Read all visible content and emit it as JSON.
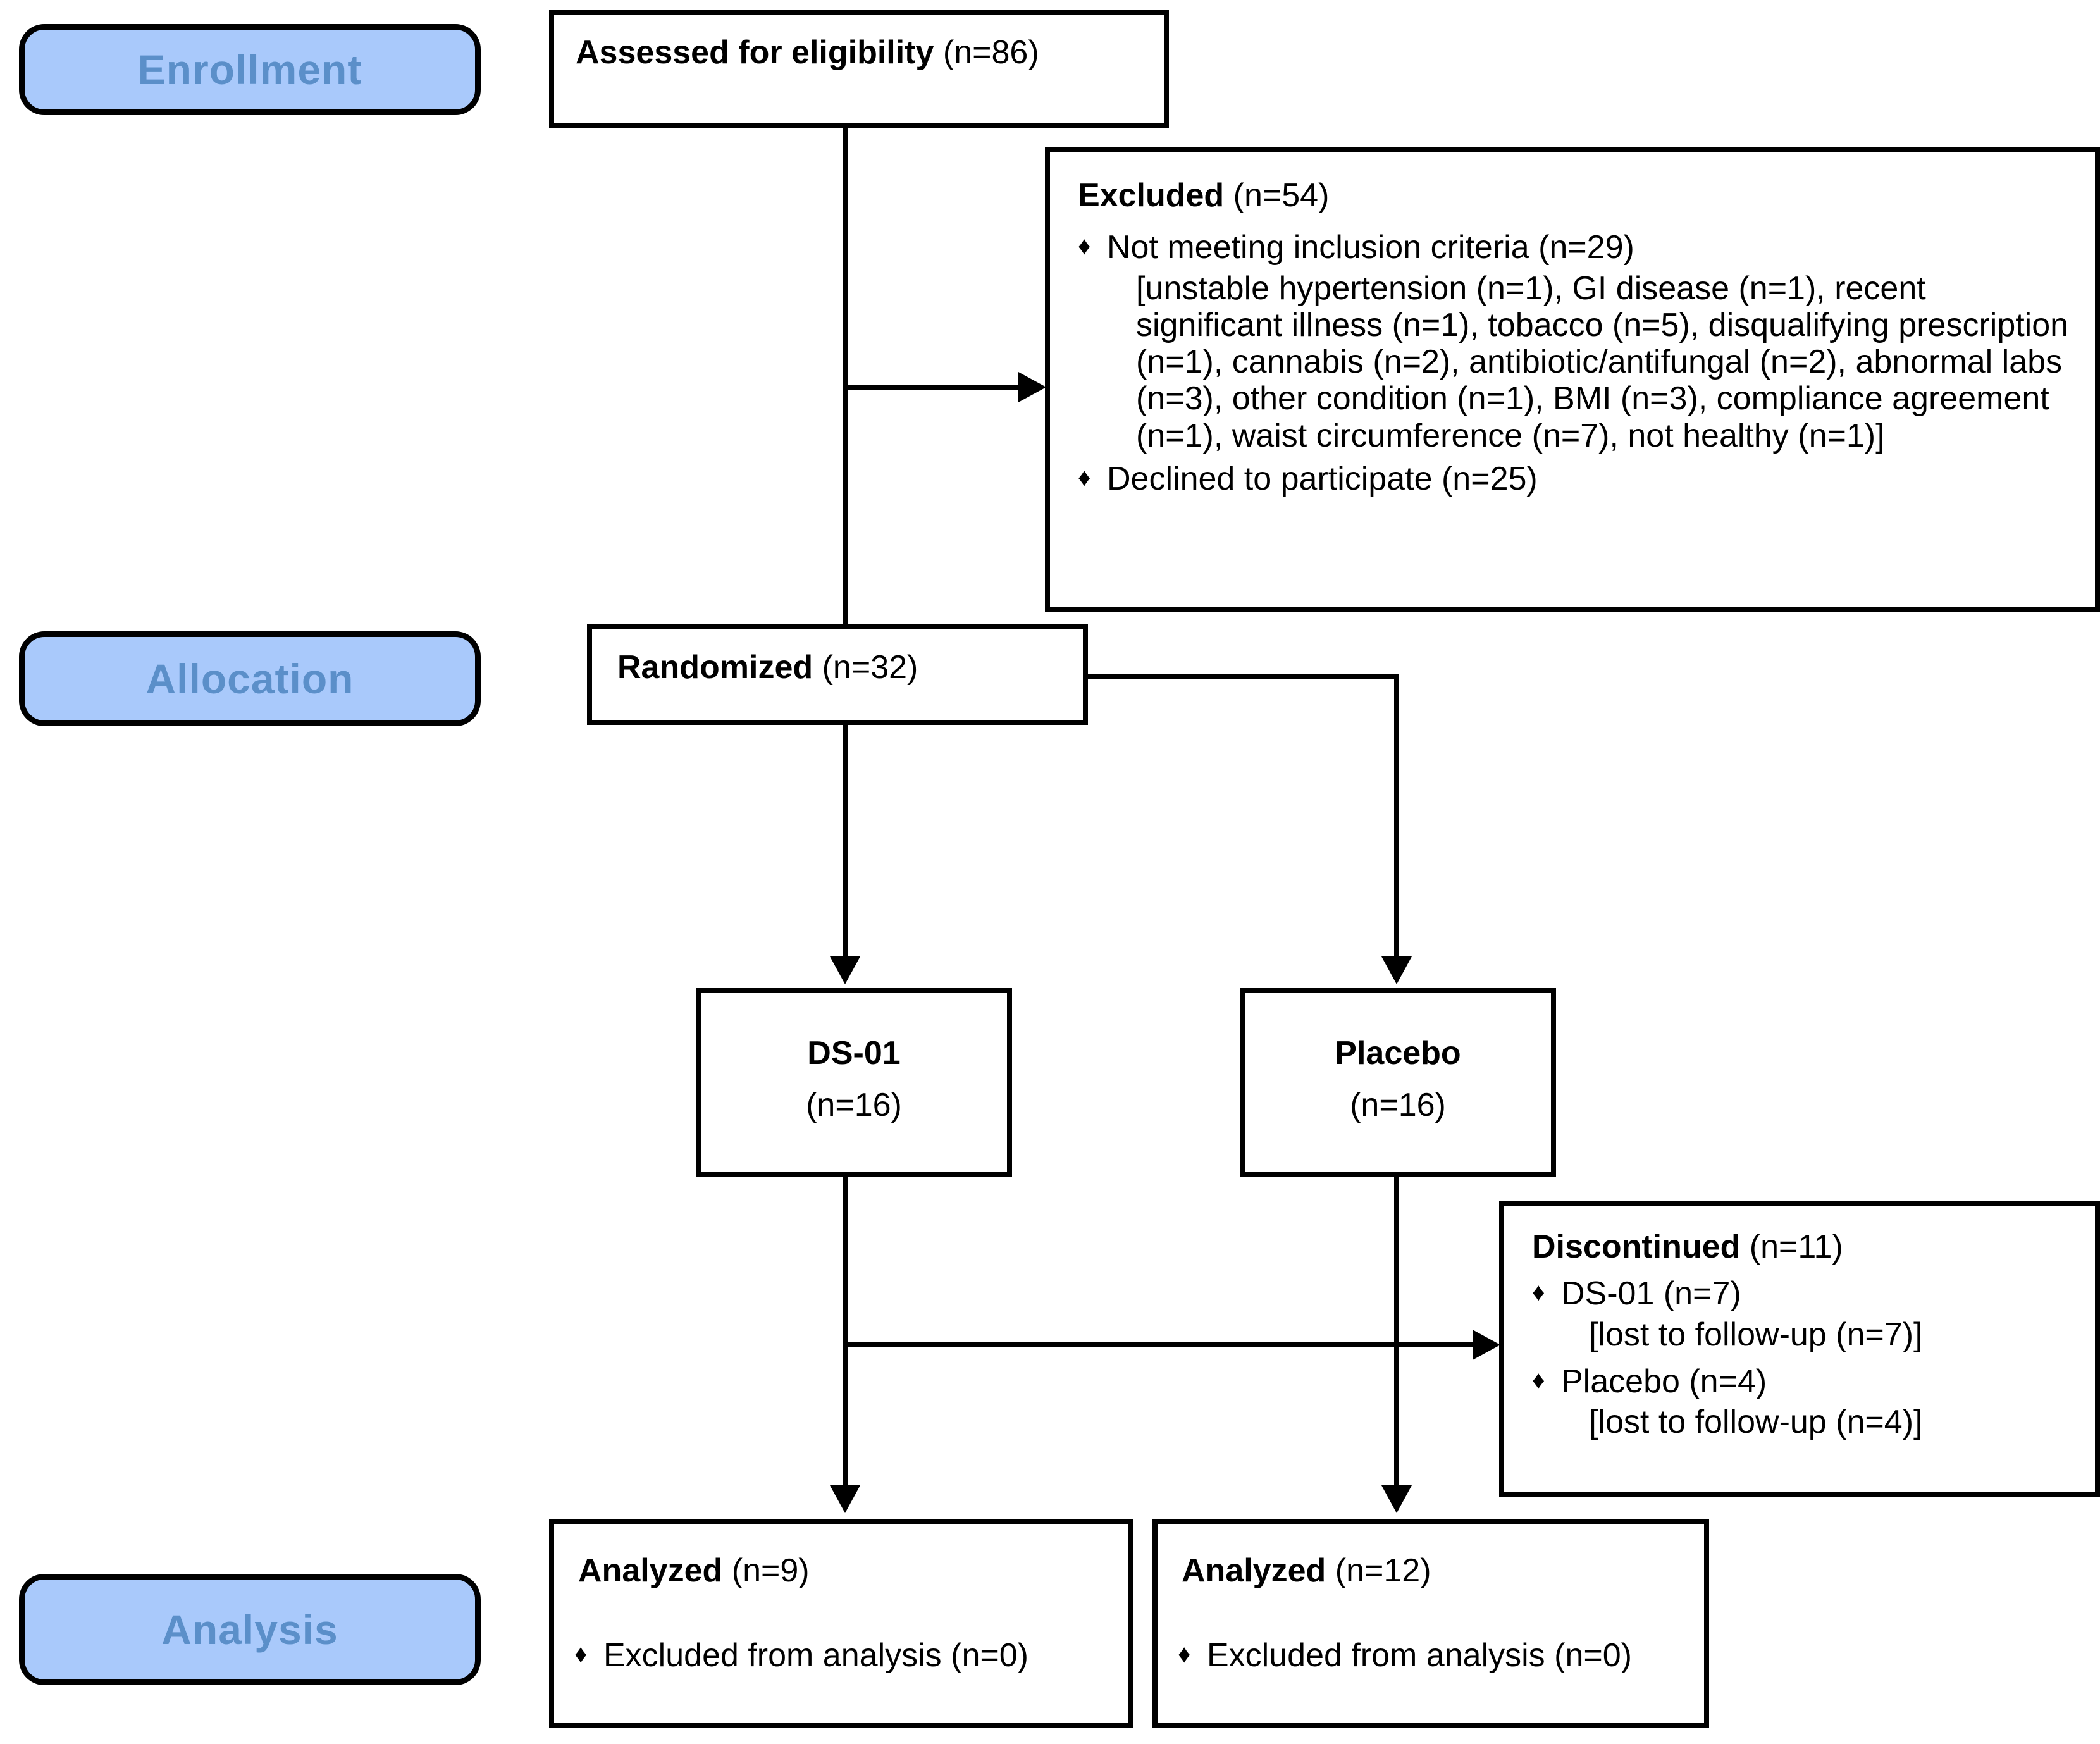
{
  "diagram": {
    "title": "CONSORT participant flow diagram",
    "colors": {
      "stage_fill": "#a9c9fb",
      "stage_text": "#5b8fc9",
      "line": "#000000",
      "box_fill": "#ffffff"
    },
    "bullet_glyph": "♦"
  },
  "stages": {
    "enrollment": "Enrollment",
    "allocation": "Allocation",
    "analysis": "Analysis"
  },
  "assessed": {
    "label": "Assessed for eligibility",
    "count": "(n=86)"
  },
  "excluded": {
    "title": "Excluded",
    "count": "(n=54)",
    "items": [
      {
        "label": "Not meeting inclusion criteria (n=29)",
        "detail": "[unstable hypertension (n=1), GI disease (n=1), recent significant illness (n=1), tobacco (n=5), disqualifying prescription (n=1), cannabis (n=2), antibiotic/antifungal (n=2), abnormal labs (n=3), other condition (n=1), BMI (n=3), compliance agreement (n=1), waist circumference (n=7), not healthy (n=1)]"
      },
      {
        "label": "Declined to participate (n=25)",
        "detail": ""
      }
    ]
  },
  "randomized": {
    "label": "Randomized",
    "count": "(n=32)"
  },
  "arms": [
    {
      "name": "DS-01",
      "count": "(n=16)"
    },
    {
      "name": "Placebo",
      "count": "(n=16)"
    }
  ],
  "discontinued": {
    "title": "Discontinued",
    "count": "(n=11)",
    "items": [
      {
        "label": "DS-01 (n=7)",
        "detail": "[lost to follow-up (n=7)]"
      },
      {
        "label": "Placebo (n=4)",
        "detail": "[lost to follow-up (n=4)]"
      }
    ]
  },
  "analyzed": [
    {
      "label": "Analyzed",
      "count": "(n=9)",
      "excluded_note": "Excluded from analysis (n=0)"
    },
    {
      "label": "Analyzed",
      "count": "(n=12)",
      "excluded_note": "Excluded from analysis (n=0)"
    }
  ]
}
